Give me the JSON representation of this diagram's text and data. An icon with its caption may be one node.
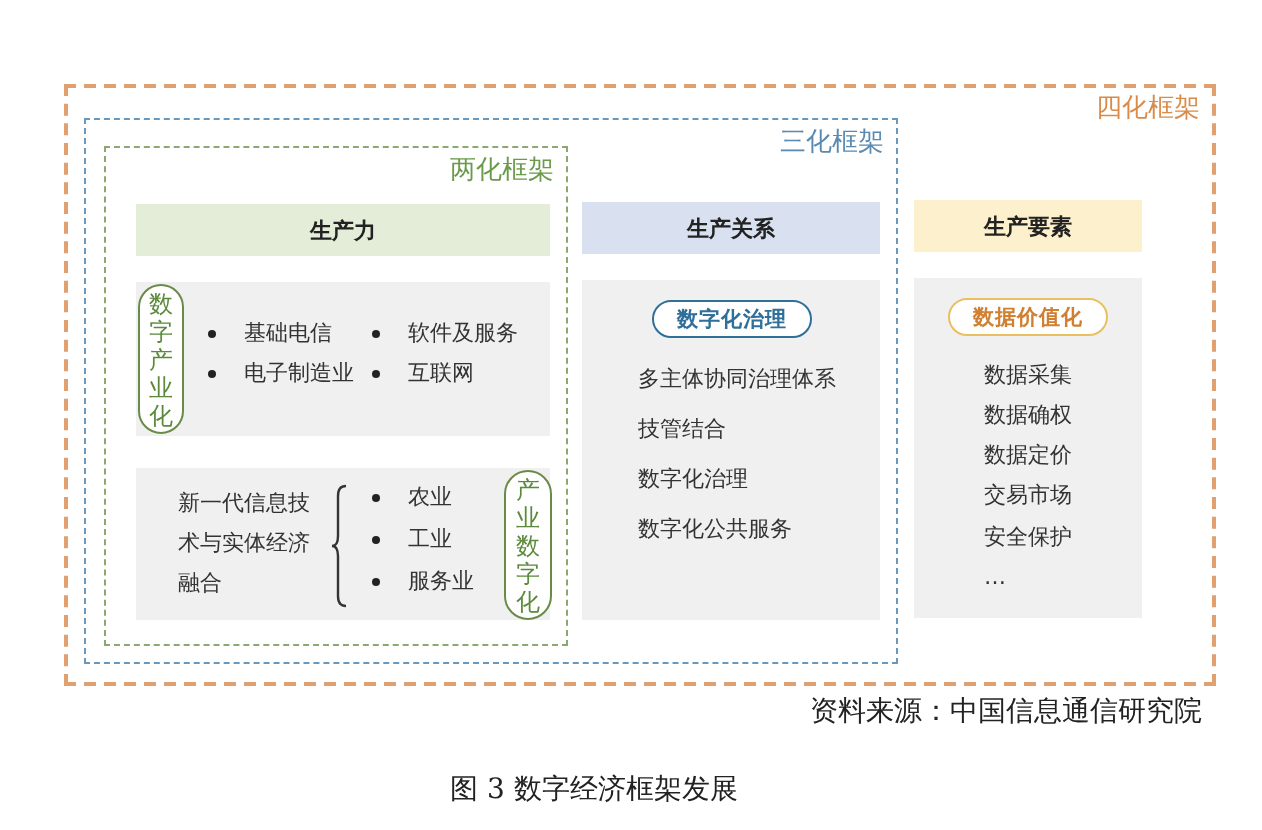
{
  "diagram": {
    "caption": "图 3 数字经济框架发展",
    "nodes": [
      {
        "text": [
          "四化框架"
        ]
      },
      {
        "text": [
          "三化框架"
        ],
        "in": 0
      },
      {
        "text": [
          "两化框架"
        ],
        "in": 1
      },
      {
        "text": [
          "生产力"
        ],
        "in": 2
      },
      {
        "text": [
          "基础电信",
          "软件及服务",
          "电子制造业",
          "互联网"
        ],
        "in": 2
      },
      {
        "text": [
          "数字产业化"
        ],
        "in": 4
      },
      {
        "text": [
          "新一代信息技术与实体经济融合",
          "农业",
          "工业",
          "服务业"
        ],
        "in": 2
      },
      {
        "text": [
          "产业数字化"
        ],
        "in": 6
      },
      {
        "text": [
          "生产关系"
        ],
        "in": 1
      },
      {
        "text": [
          "多主体协同治理体系",
          "技管结合",
          "数字化治理",
          "数字化公共服务"
        ],
        "in": 1
      },
      {
        "text": [
          "数字化治理"
        ],
        "in": 9
      },
      {
        "text": [
          "生产要素"
        ],
        "in": 0
      },
      {
        "text": [
          "数据采集",
          "数据确权",
          "数据定价",
          "交易市场",
          "安全保护",
          "…"
        ],
        "in": 0
      },
      {
        "text": [
          "数据价值化"
        ],
        "in": 12
      }
    ],
    "labels": [
      "资料来源：中国信息通信研究院"
    ]
  }
}
